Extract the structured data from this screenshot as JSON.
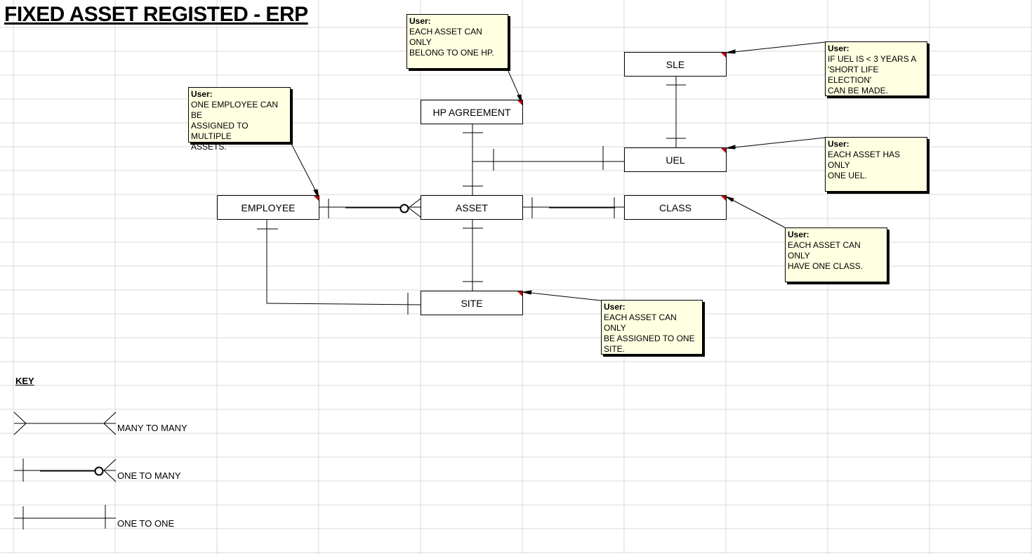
{
  "title": "FIXED ASSET REGISTED - ERP",
  "entities": {
    "employee": "EMPLOYEE",
    "asset": "ASSET",
    "class": "CLASS",
    "hp_agreement": "HP AGREEMENT",
    "uel": "UEL",
    "sle": "SLE",
    "site": "SITE"
  },
  "comments": {
    "employee": {
      "author": "User:",
      "text": "ONE EMPLOYEE CAN BE\nASSIGNED TO MULTIPLE\nASSETS."
    },
    "hp": {
      "author": "User:",
      "text": "EACH ASSET CAN ONLY\nBELONG TO ONE HP."
    },
    "sle": {
      "author": "User:",
      "text": "IF UEL IS < 3 YEARS A\n'SHORT LIFE ELECTION'\nCAN BE MADE."
    },
    "uel": {
      "author": "User:",
      "text": "EACH ASSET HAS ONLY\nONE UEL."
    },
    "class": {
      "author": "User:",
      "text": "EACH ASSET CAN ONLY\nHAVE ONE CLASS."
    },
    "site": {
      "author": "User:",
      "text": "EACH ASSET CAN ONLY\nBE ASSIGNED TO ONE\nSITE."
    }
  },
  "key": {
    "title": "KEY",
    "many_to_many": "MANY TO MANY",
    "one_to_many": "ONE TO MANY",
    "one_to_one": "ONE TO ONE"
  }
}
